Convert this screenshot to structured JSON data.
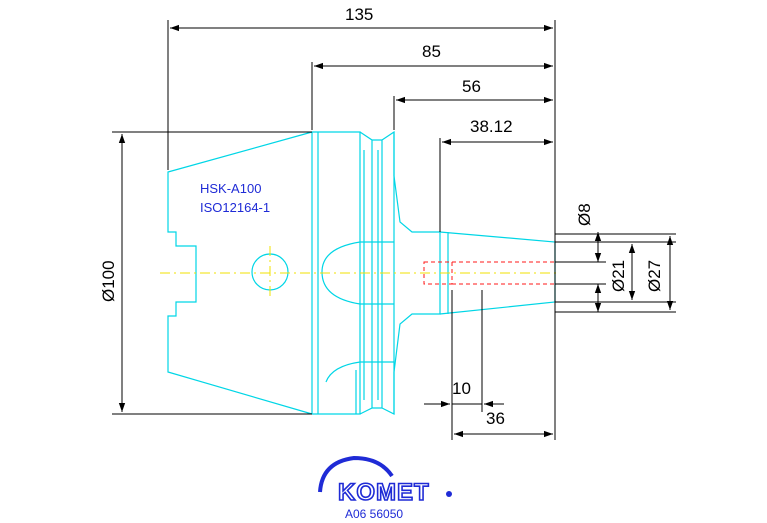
{
  "dimensions": {
    "overall_length": "135",
    "flange_to_tip": "85",
    "body_to_tip": "56",
    "shank_length": "38.12",
    "thread_length": "10",
    "bore_depth": "36",
    "outer_diameter": "Ø100",
    "thread_diameter": "Ø8",
    "tip_diameter": "Ø21",
    "shank_diameter": "Ø27"
  },
  "spec": {
    "interface": "HSK-A100",
    "standard": "ISO12164-1"
  },
  "brand": {
    "name": "KOMET",
    "part_number": "A06 56050"
  },
  "colors": {
    "part_outline": "#00d6e6",
    "dimension": "#000000",
    "centerline": "#f2e200",
    "hidden_line": "#ff1a1a",
    "text_blue": "#1f2bd6"
  }
}
